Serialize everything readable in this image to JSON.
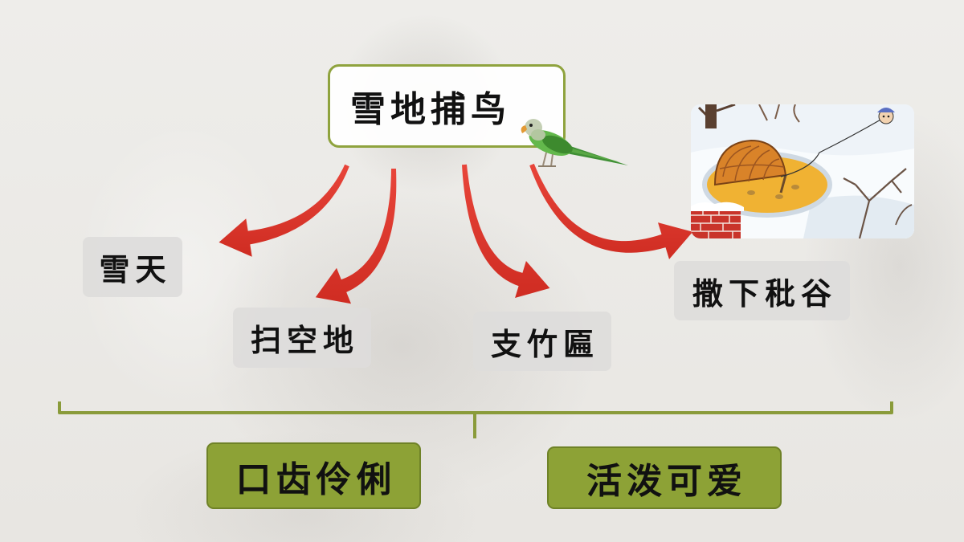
{
  "title": "雪地捕鸟",
  "steps": [
    "雪天",
    "扫空地",
    "支竹匾",
    "撒下秕谷"
  ],
  "traits": [
    "口齿伶俐",
    "活泼可爱"
  ],
  "colors": {
    "accent_green": "#8da236",
    "title_border": "#8fa33e",
    "arrow_red": "#e0382c",
    "step_box_gray": "#dddcdb",
    "background": "#ebe9e5"
  },
  "icons": {
    "bird": "parrot-icon",
    "illustration": "snow-bird-trap-illustration"
  }
}
